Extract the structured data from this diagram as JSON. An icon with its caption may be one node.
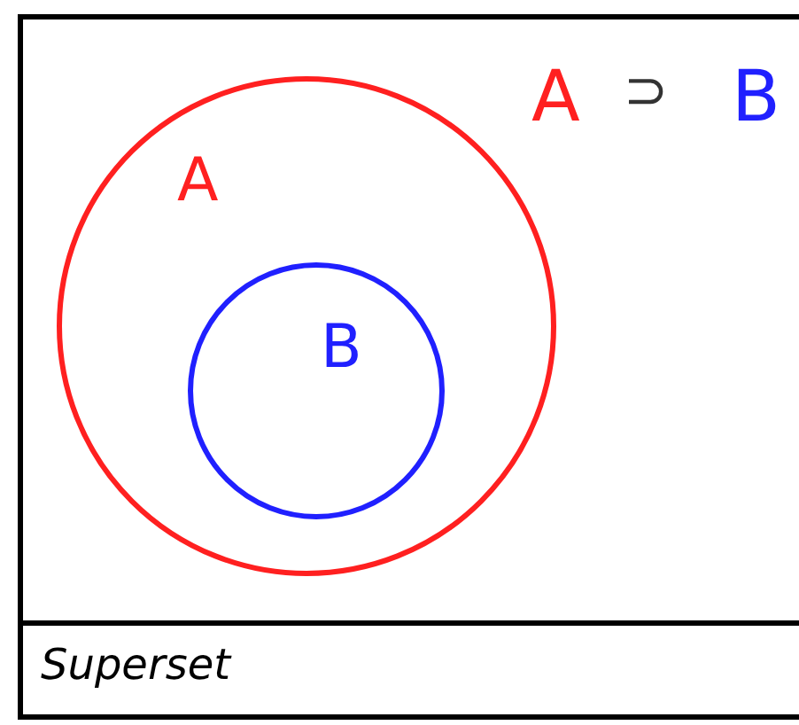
{
  "diagram": {
    "caption": "Superset",
    "nodes": [
      {
        "text": [
          "A"
        ]
      },
      {
        "text": [
          "B"
        ],
        "in": 0
      }
    ],
    "labels": [
      "A",
      "⊃",
      "B"
    ]
  }
}
